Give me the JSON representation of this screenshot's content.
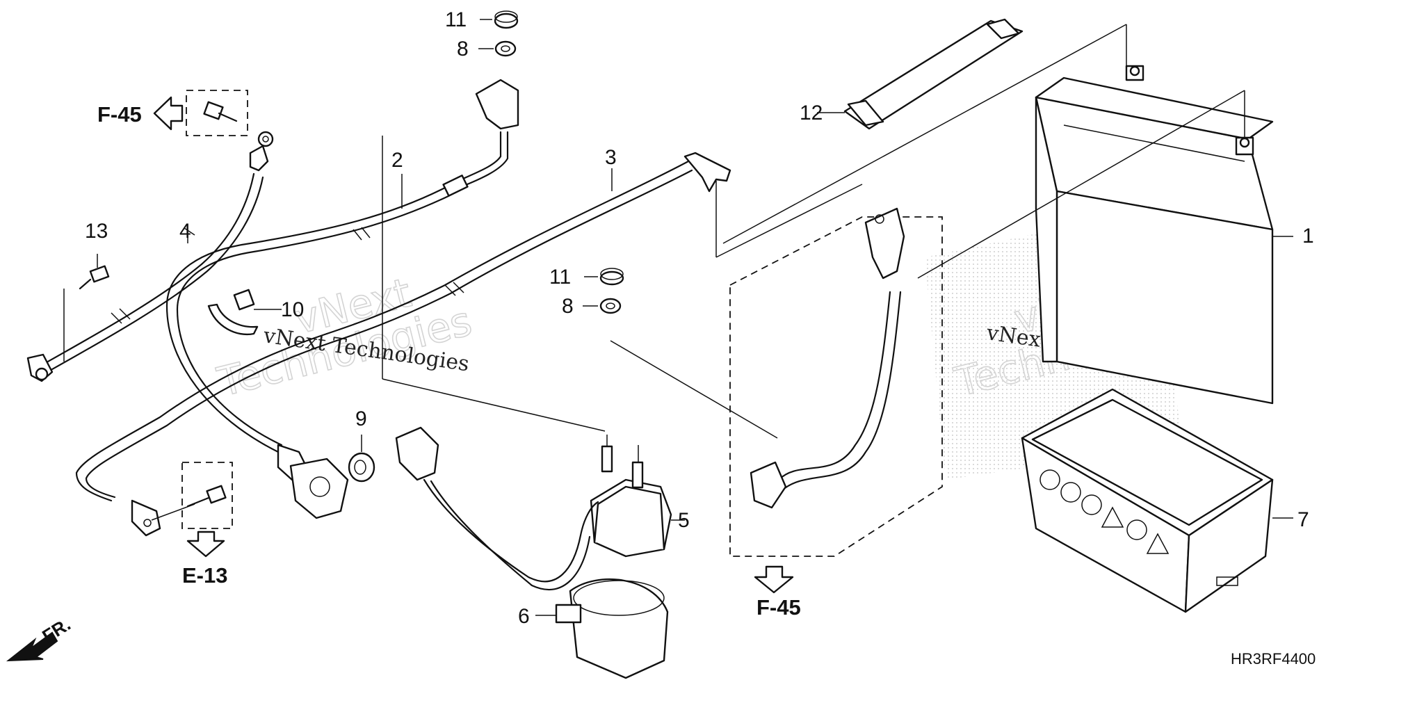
{
  "callouts": {
    "c1": "1",
    "c2": "2",
    "c3": "3",
    "c4": "4",
    "c5": "5",
    "c6": "6",
    "c7": "7",
    "c8a": "8",
    "c8b": "8",
    "c9": "9",
    "c10": "10",
    "c11a": "11",
    "c11b": "11",
    "c12": "12",
    "c13": "13"
  },
  "references": {
    "f45_left": "F-45",
    "e13": "E-13",
    "f45_center": "F-45"
  },
  "direction_label": "FR.",
  "diagram_code": "HR3RF4400",
  "watermarks": {
    "large_1": "vNext",
    "large_2": "Technologies",
    "small": "vNext Technologies"
  }
}
